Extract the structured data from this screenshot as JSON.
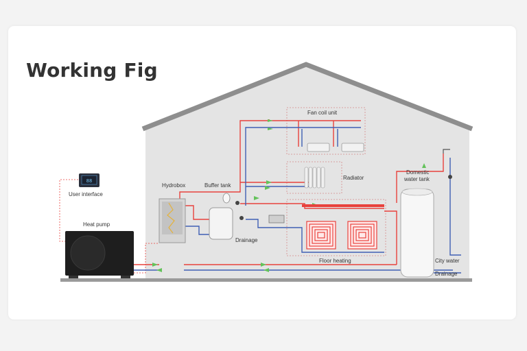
{
  "title": "Working Fig",
  "labels": {
    "user_interface": "User interface",
    "heat_pump": "Heat pump",
    "hydrobox": "Hydrobox",
    "buffer_tank": "Buffer tank",
    "drainage_buffer": "Drainage",
    "fan_coil_unit": "Fan coil unit",
    "radiator": "Radiator",
    "floor_heating": "Floor heating",
    "domestic_water_tank_1": "Domestic",
    "domestic_water_tank_2": "water tank",
    "city_water": "City water",
    "drainage_tank": "Drainage"
  },
  "colors": {
    "hot_pipe": "#e8413c",
    "cold_pipe": "#3e5fb4",
    "flow_arrow": "#63c25a",
    "house_roof": "#8e8e8e",
    "house_wall": "#e3e3e3",
    "ground": "#9a9a9a"
  },
  "controller_display": "88"
}
